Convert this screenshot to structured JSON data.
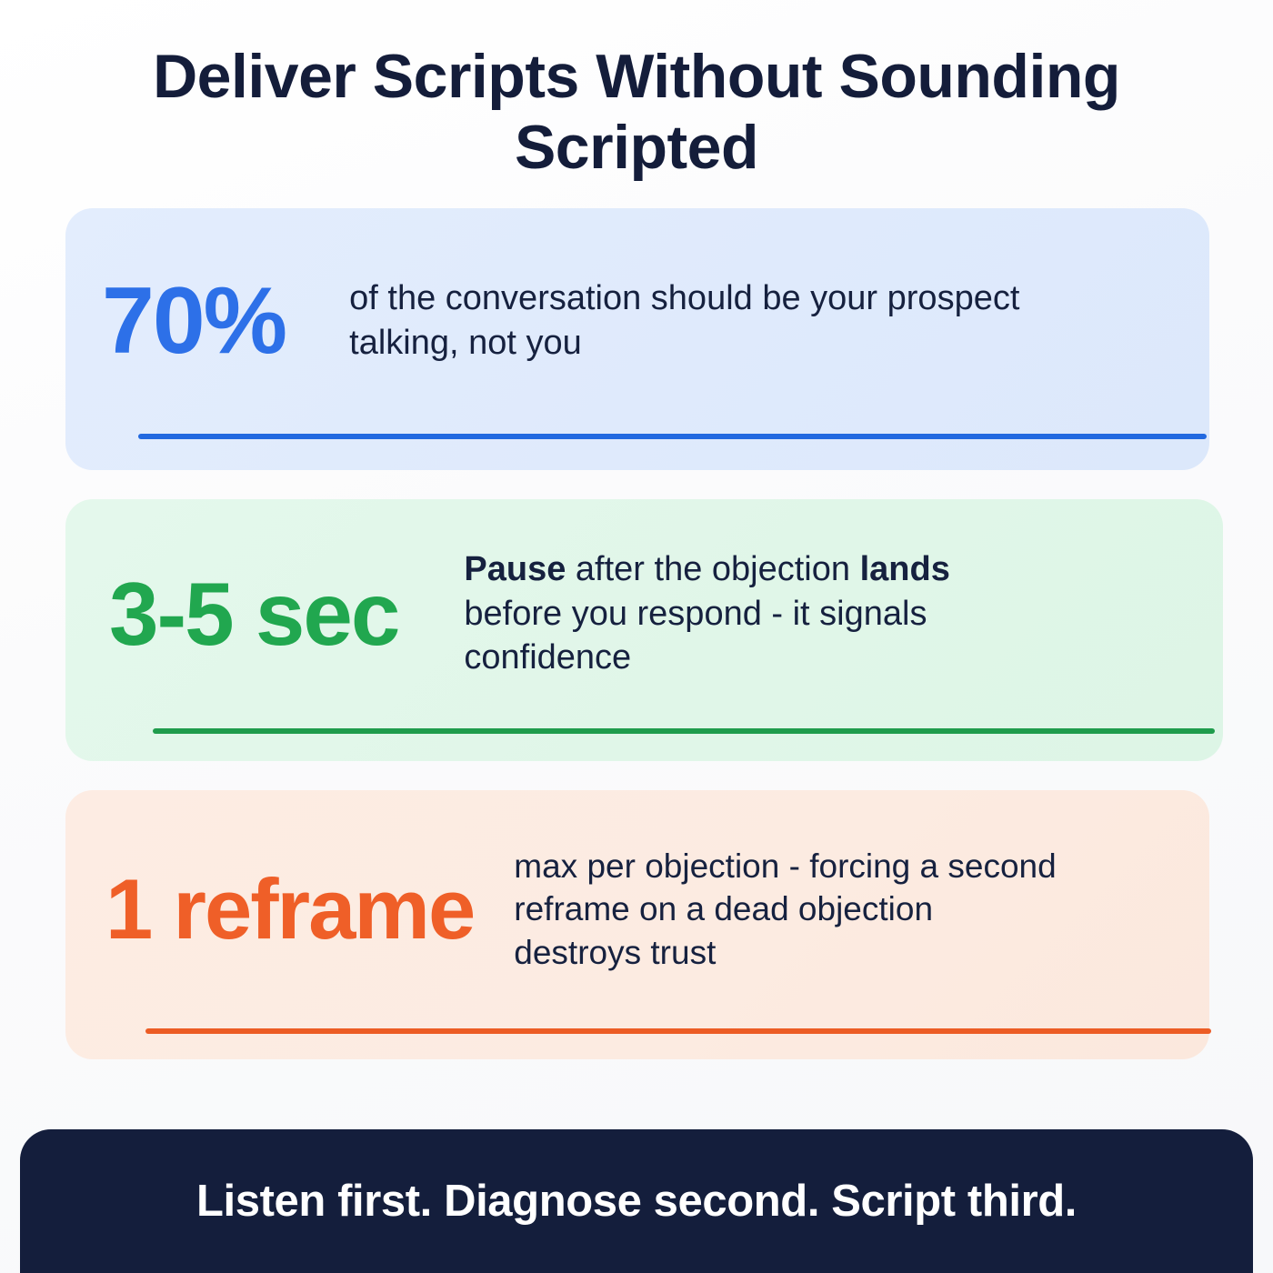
{
  "header": {
    "title": "Deliver Scripts Without Sounding Scripted"
  },
  "colors": {
    "page_background": "#fdfdfd",
    "title_text": "#141d3a",
    "body_text": "#16213f",
    "blue_accent": "#2d70e8",
    "blue_card_bg": "#dfeafc",
    "green_accent": "#21a74f",
    "green_card_bg": "#e0f6e8",
    "orange_accent": "#ef5f28",
    "orange_card_bg": "#fcebe1",
    "footer_bg": "#141e3c",
    "footer_text": "#ffffff"
  },
  "cards": [
    {
      "stat": "70%",
      "description": "of the conversation should be your prospect talking, not you",
      "description_parts": [
        {
          "text": "of the conversation should be your prospect talking, not you",
          "bold": false
        }
      ],
      "accent": "#2d70e8"
    },
    {
      "stat": "3-5 sec",
      "description": "Pause after the objection lands before you respond - it signals confidence",
      "description_parts": [
        {
          "text": "Pause",
          "bold": true
        },
        {
          "text": " after the objection ",
          "bold": false
        },
        {
          "text": "lands",
          "bold": true
        },
        {
          "text": " before you respond - it signals confidence",
          "bold": false
        }
      ],
      "accent": "#21a74f"
    },
    {
      "stat": "1 reframe",
      "description": "max per objection - forcing a second reframe on a dead objection destroys trust",
      "description_parts": [
        {
          "text": "max per objection - forcing a second reframe on a dead objection destroys trust",
          "bold": false
        }
      ],
      "accent": "#ef5f28"
    }
  ],
  "footer": {
    "text": "Listen first. Diagnose second. Script third."
  }
}
